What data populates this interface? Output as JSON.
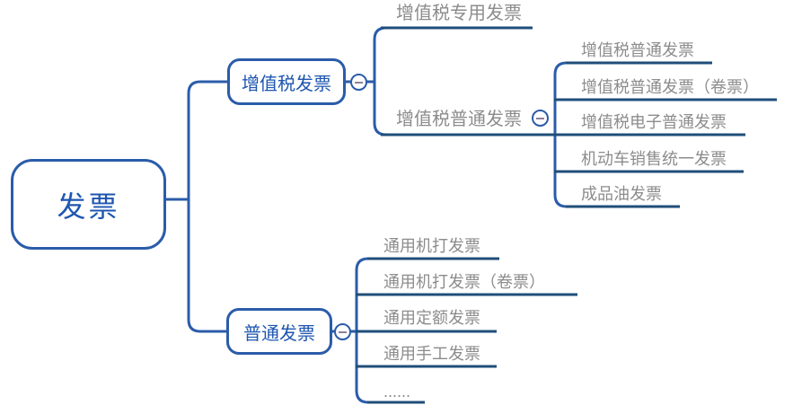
{
  "colors": {
    "node_blue": "#2b5ca9",
    "text_blue": "#1e56b0",
    "underline_navy": "#1f4e79",
    "child_gray": "#8c8c8c",
    "minus_glyph": "#8e8099",
    "background": "#ffffff"
  },
  "mindmap": {
    "root": {
      "label": "发票"
    },
    "branches": [
      {
        "label": "增值税发票",
        "collapse_icon": "minus-icon",
        "children": [
          {
            "label": "增值税专用发票"
          },
          {
            "label": "增值税普通发票",
            "collapse_icon": "minus-icon",
            "children": [
              {
                "label": "增值税普通发票"
              },
              {
                "label": "增值税普通发票（卷票）"
              },
              {
                "label": "增值税电子普通发票"
              },
              {
                "label": "机动车销售统一发票"
              },
              {
                "label": "成品油发票"
              }
            ]
          }
        ]
      },
      {
        "label": "普通发票",
        "collapse_icon": "minus-icon",
        "children": [
          {
            "label": "通用机打发票"
          },
          {
            "label": "通用机打发票（卷票）"
          },
          {
            "label": "通用定额发票"
          },
          {
            "label": "通用手工发票"
          },
          {
            "label": "......"
          }
        ]
      }
    ]
  }
}
